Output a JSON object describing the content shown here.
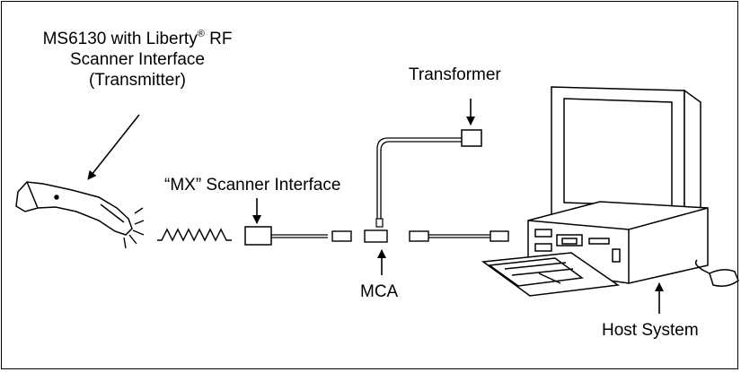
{
  "labels": {
    "scanner_line1_prefix": "MS6130 with Liberty",
    "scanner_line1_reg": "®",
    "scanner_line1_suffix": " RF",
    "scanner_line2": "Scanner Interface",
    "scanner_line3": "(Transmitter)",
    "transformer": "Transformer",
    "mx_interface": "“MX” Scanner Interface",
    "mca": "MCA",
    "host": "Host System"
  }
}
